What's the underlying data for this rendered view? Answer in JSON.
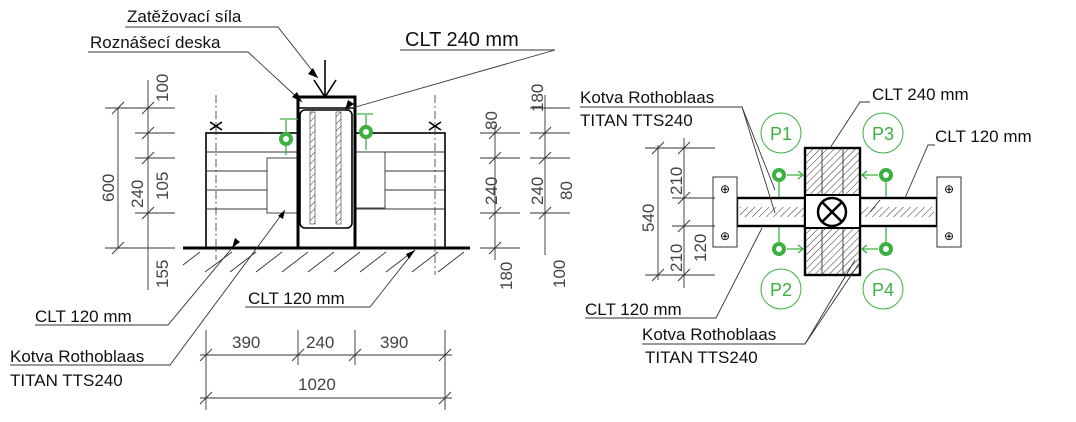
{
  "left_view": {
    "labels": {
      "load": "Zatěžovací síla",
      "plate": "Roznášecí deska",
      "clt240": "CLT 240  mm",
      "clt120_a": "CLT 120  mm",
      "clt120_b": "CLT 120  mm",
      "anchor_line1": "Kotva Rothoblaas",
      "anchor_line2": "TITAN TTS240"
    },
    "dims": {
      "top": "100",
      "total_height": "600",
      "wall": "240",
      "inner": "105",
      "bottom": "155",
      "w_left": "390",
      "w_mid": "240",
      "w_right": "390",
      "w_total": "1020"
    }
  },
  "middle_dims": {
    "a_80": "80",
    "a_240": "240",
    "a_180": "180",
    "b_180": "180",
    "b_240": "240",
    "b_80": "80",
    "b_100": "100"
  },
  "right_view": {
    "labels": {
      "anchor_top_line1": "Kotva Rothoblaas",
      "anchor_top_line2": "TITAN TTS240",
      "clt240": "CLT 240  mm",
      "clt120_right": "CLT 120  mm",
      "clt120_left": "CLT 120  mm",
      "anchor_bot_line1": "Kotva Rothoblaas",
      "anchor_bot_line2": "TITAN TTS240"
    },
    "points": [
      "P1",
      "P2",
      "P3",
      "P4"
    ],
    "dims": {
      "total": "540",
      "top": "210",
      "bottom": "210",
      "wall": "120"
    }
  },
  "colors": {
    "sensor": "#3cb043",
    "line": "#000000"
  }
}
